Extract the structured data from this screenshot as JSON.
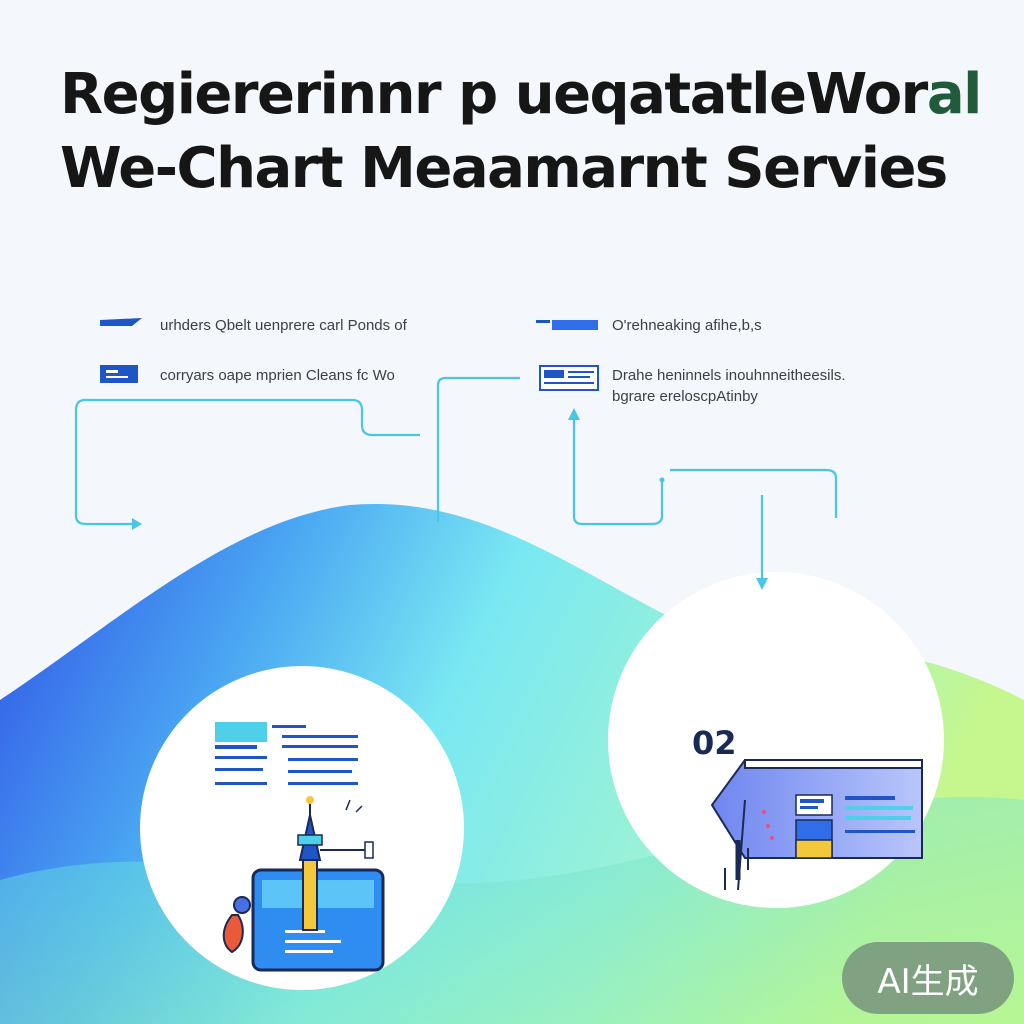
{
  "title": {
    "line1_main": "Regiererinnr p ueqatatle",
    "line1_accent_a": "Wor",
    "line1_accent_b": "al",
    "line2": "We-Chart Meaamarnt Servies"
  },
  "left_panel": {
    "item1_text": "urhders Qbelt  uenprere  carl Ponds of",
    "item2_text": "corryars oape mprien  Cleans fc Wo"
  },
  "right_panel": {
    "item1_text": "O'rehneaking afihe,b,s",
    "item2_line1": "Drahe heninnels inouhnneitheesils.",
    "item2_line2": "bgrare ereloscpAtinby"
  },
  "card_right": {
    "label": "02"
  },
  "watermark": {
    "label": "AI生成"
  },
  "colors": {
    "connector": "#49c6e5",
    "icon_blue": "#1e56c8",
    "wave_blue": "#2f5fe8",
    "wave_cyan": "#6fe6f0",
    "wave_green": "#b7f58a"
  }
}
